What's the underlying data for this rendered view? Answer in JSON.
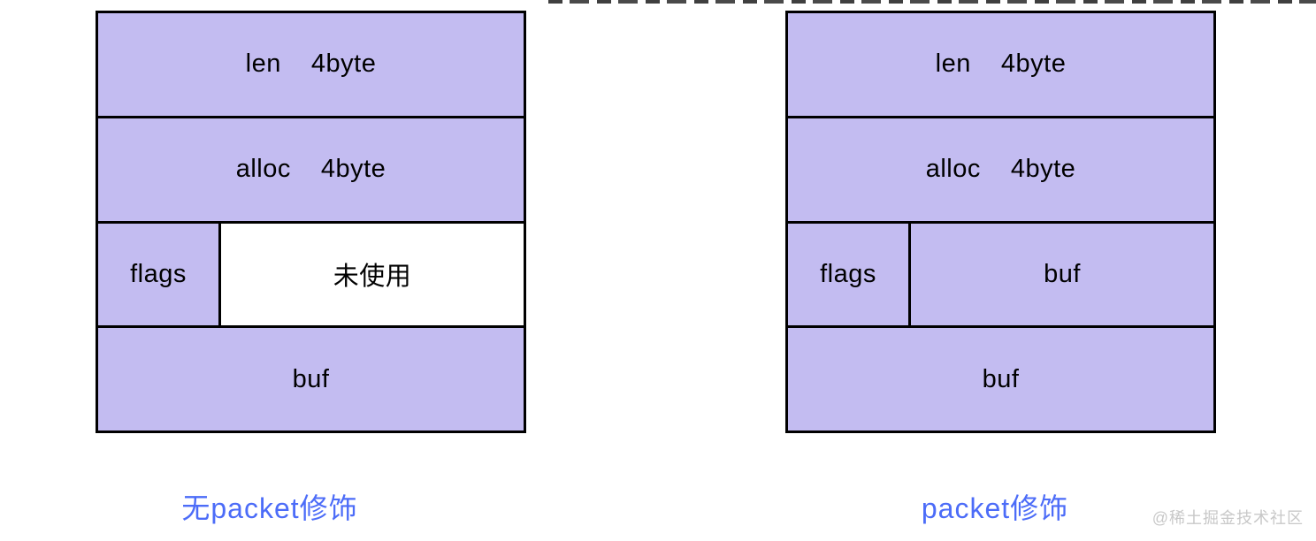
{
  "colors": {
    "cell_fill": "#c3bcf1",
    "unused_fill": "#ffffff",
    "border": "#000000",
    "caption_blue": "#4c6cf8",
    "watermark_gray": "#c8c8c8"
  },
  "diagrams": [
    {
      "caption": "无packet修饰",
      "rows": [
        {
          "cells": [
            {
              "label": "len",
              "size": "4byte"
            }
          ]
        },
        {
          "cells": [
            {
              "label": "alloc",
              "size": "4byte"
            }
          ]
        },
        {
          "cells": [
            {
              "label": "flags"
            },
            {
              "label": "未使用",
              "unused": true
            }
          ]
        },
        {
          "cells": [
            {
              "label": "buf"
            }
          ]
        }
      ]
    },
    {
      "caption": "packet修饰",
      "rows": [
        {
          "cells": [
            {
              "label": "len",
              "size": "4byte"
            }
          ]
        },
        {
          "cells": [
            {
              "label": "alloc",
              "size": "4byte"
            }
          ]
        },
        {
          "cells": [
            {
              "label": "flags"
            },
            {
              "label": "buf"
            }
          ]
        },
        {
          "cells": [
            {
              "label": "buf"
            }
          ]
        }
      ]
    }
  ],
  "watermark": "@稀土掘金技术社区"
}
